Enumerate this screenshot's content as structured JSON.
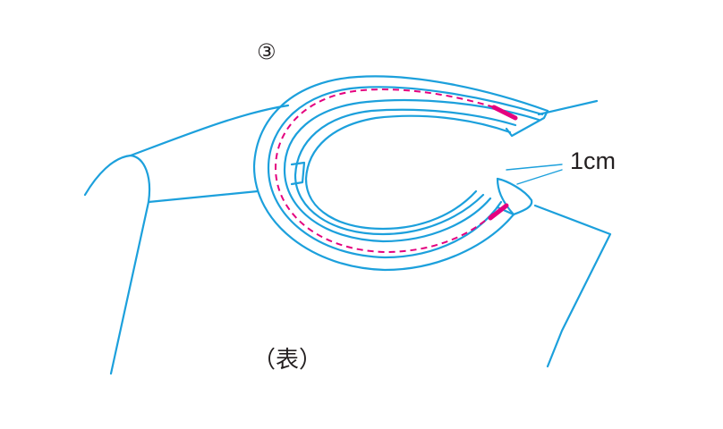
{
  "diagram": {
    "step_marker": "③",
    "dimension_label": "1cm",
    "side_label": "（表）",
    "colors": {
      "outline": "#1ca0dc",
      "stitch": "#e4007f",
      "text": "#231f20"
    }
  }
}
